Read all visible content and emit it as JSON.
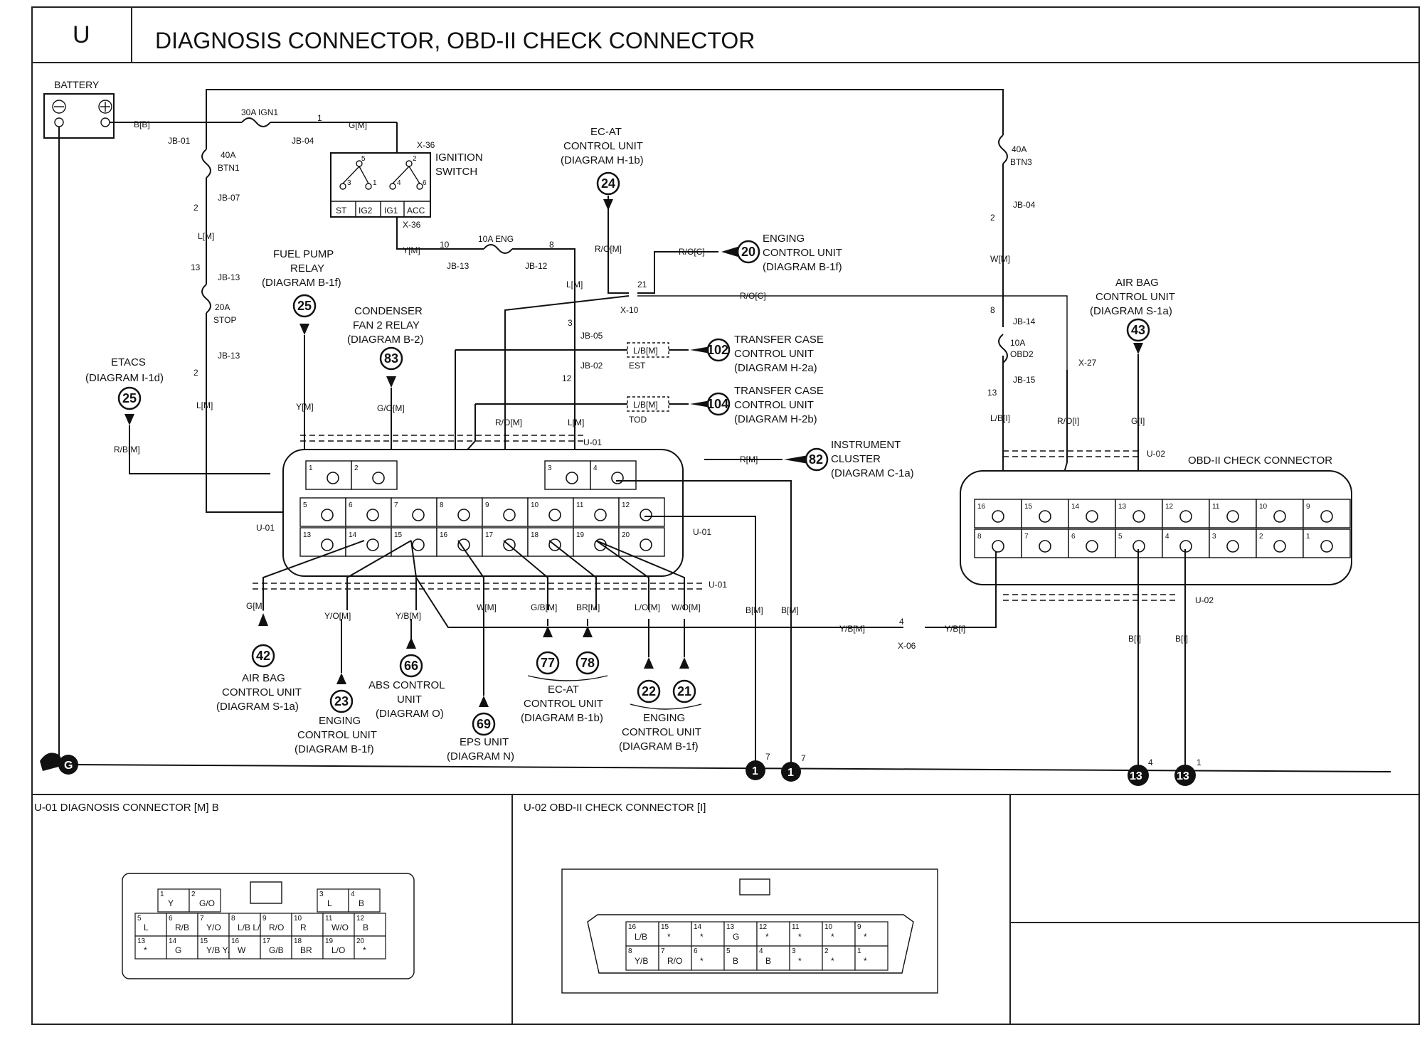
{
  "header": {
    "section_letter": "U",
    "title": "DIAGNOSIS CONNECTOR, OBD-II CHECK CONNECTOR"
  },
  "power": {
    "battery": "BATTERY",
    "b_wire": "B[B]",
    "jb01": "JB-01",
    "fuse_ign": "30A IGN1",
    "jb04a": "JB-04",
    "pin1": "1",
    "g_wire": "G[M]",
    "fuse_btn1_a": "40A",
    "fuse_btn1_b": "BTN1",
    "jb07": "JB-07",
    "pin2a": "2",
    "l_wire1": "L[M]",
    "pin13": "13",
    "jb13a": "JB-13",
    "fuse_stop_a": "20A",
    "fuse_stop_b": "STOP",
    "jb13b": "JB-13",
    "pin2b": "2",
    "l_wire2": "L[M]",
    "fuse_btn3_a": "40A",
    "fuse_btn3_b": "BTN3",
    "jb04b": "JB-04",
    "pin2c": "2",
    "w_wire": "W[M]",
    "pin8": "8",
    "jb14": "JB-14",
    "fuse_obd_a": "10A",
    "fuse_obd_b": "OBD2",
    "jb15": "JB-15",
    "pin13b": "13",
    "lb_wire": "L/B[I]"
  },
  "ignition": {
    "label1": "IGNITION",
    "label2": "SWITCH",
    "x36a": "X-36",
    "x36b": "X-36",
    "terms": [
      "ST",
      "IG2",
      "IG1",
      "ACC"
    ],
    "pins": [
      "5",
      "3",
      "1",
      "2",
      "4",
      "6"
    ],
    "y_wire": "Y[M]",
    "pin10": "10",
    "jb13": "JB-13",
    "fuse_eng": "10A ENG",
    "pin8": "8",
    "jb12": "JB-12",
    "l_wire": "L[M]"
  },
  "modules": {
    "ecat_top": [
      "EC-AT",
      "CONTROL UNIT",
      "(DIAGRAM  H-1b)"
    ],
    "ecat_top_num": "24",
    "ro_wire1": "R/O[M]",
    "eng20": [
      "ENGING",
      "CONTROL UNIT",
      "(DIAGRAM B-1f)"
    ],
    "eng20_num": "20",
    "roc_wire": "R/O[C]",
    "x10": "X-10",
    "pin21": "21",
    "roc_wire2": "R/O[C]",
    "fuel": [
      "FUEL PUMP",
      "RELAY",
      "(DIAGRAM B-1f)"
    ],
    "fuel_num": "25",
    "y_wire": "Y[M]",
    "cond": [
      "CONDENSER",
      "FAN 2 RELAY",
      "(DIAGRAM B-2)"
    ],
    "cond_num": "83",
    "go_wire": "G/O[M]",
    "etacs": [
      "ETACS",
      "(DIAGRAM I-1d)"
    ],
    "etacs_num": "25",
    "rb_wire": "R/B[M]",
    "tcase1": [
      "TRANSFER CASE",
      "CONTROL UNIT",
      "(DIAGRAM H-2a)"
    ],
    "tcase1_num": "102",
    "lb1": "L/B[M]",
    "est": "EST",
    "tcase2": [
      "TRANSFER CASE",
      "CONTROL UNIT",
      "(DIAGRAM H-2b)"
    ],
    "tcase2_num": "104",
    "lb2": "L/B[M]",
    "tod": "TOD",
    "jb05": "JB-05",
    "jb02": "JB-02",
    "pin3": "3",
    "pin12": "12",
    "ro_wire2": "R/O[M]",
    "l_wire3": "L[M]",
    "u01a": "U-01",
    "cluster": [
      "INSTRUMENT",
      "CLUSTER",
      "(DIAGRAM C-1a)"
    ],
    "cluster_num": "82",
    "r_wire": "R[M]",
    "airbag_top": [
      "AIR BAG",
      "CONTROL UNIT",
      "(DIAGRAM S-1a)"
    ],
    "airbag_top_num": "43",
    "g_wire_i": "G[I]",
    "x27": "X-27",
    "ro_i": "R/O[I]",
    "u02a": "U-02",
    "obd_title": "OBD-II CHECK CONNECTOR"
  },
  "bottom": {
    "u01_left": "U-01",
    "u01_right": "U-01",
    "u01_b": "U-01",
    "gm": "G[M]",
    "yom": "Y/O[M]",
    "ybm": "Y/B[M]",
    "wm": "W[M]",
    "gbm": "G/B[M]",
    "brm": "BR[M]",
    "lom": "L/O[M]",
    "wom": "W/O[M]",
    "bm1": "B[M]",
    "bm2": "B[M]",
    "ybm2": "Y/B[M]",
    "x06": "X-06",
    "pin4": "4",
    "ybi": "Y/B[I]",
    "u02b": "U-02",
    "bi1": "B[I]",
    "bi2": "B[I]",
    "airbag42": [
      "AIR BAG",
      "CONTROL UNIT",
      "(DIAGRAM S-1a)"
    ],
    "n42": "42",
    "eng23": [
      "ENGING",
      "CONTROL UNIT",
      "(DIAGRAM B-1f)"
    ],
    "n23": "23",
    "abs66": [
      "ABS CONTROL",
      "UNIT",
      "(DIAGRAM O)"
    ],
    "n66": "66",
    "eps69": [
      "EPS UNIT",
      "(DIAGRAM N)"
    ],
    "n69": "69",
    "ecat77": [
      "EC-AT",
      "CONTROL UNIT",
      "(DIAGRAM B-1b)"
    ],
    "n77": "77",
    "n78": "78",
    "eng22": [
      "ENGING",
      "CONTROL UNIT",
      "(DIAGRAM B-1f)"
    ],
    "n22": "22",
    "n21": "21",
    "ground": "G",
    "g1": "1",
    "g2": "1",
    "g13a": "13",
    "g13b": "13",
    "gp7a": "7",
    "gp7b": "7",
    "gp4": "4",
    "gp1": "1"
  },
  "diag_connector": {
    "pins": [
      "1",
      "2",
      "3",
      "4",
      "5",
      "6",
      "7",
      "8",
      "9",
      "10",
      "11",
      "12",
      "13",
      "14",
      "15",
      "16",
      "17",
      "18",
      "19",
      "20"
    ]
  },
  "obd_connector": {
    "top": [
      "16",
      "15",
      "14",
      "13",
      "12",
      "11",
      "10",
      "9"
    ],
    "bottom": [
      "8",
      "7",
      "6",
      "5",
      "4",
      "3",
      "2",
      "1"
    ]
  },
  "views": {
    "u01_title": "U-01 DIAGNOSIS CONNECTOR [M] B",
    "u02_title": "U-02 OBD-II CHECK CONNECTOR [I]",
    "u01_top": [
      {
        "n": "1",
        "c": "Y"
      },
      {
        "n": "2",
        "c": "G/O"
      },
      {
        "n": "3",
        "c": "L"
      },
      {
        "n": "4",
        "c": "B"
      }
    ],
    "u01_mid": [
      {
        "n": "5",
        "c": "L"
      },
      {
        "n": "6",
        "c": "R/B"
      },
      {
        "n": "7",
        "c": "Y/O"
      },
      {
        "n": "8",
        "c": "L/B L/B"
      },
      {
        "n": "9",
        "c": "R/O"
      },
      {
        "n": "10",
        "c": "R"
      },
      {
        "n": "11",
        "c": "W/O"
      },
      {
        "n": "12",
        "c": "B"
      }
    ],
    "u01_bot": [
      {
        "n": "13",
        "c": "*"
      },
      {
        "n": "14",
        "c": "G"
      },
      {
        "n": "15",
        "c": "Y/B Y/B"
      },
      {
        "n": "16",
        "c": "W"
      },
      {
        "n": "17",
        "c": "G/B"
      },
      {
        "n": "18",
        "c": "BR"
      },
      {
        "n": "19",
        "c": "L/O"
      },
      {
        "n": "20",
        "c": "*"
      }
    ],
    "u02_top": [
      {
        "n": "16",
        "c": "L/B"
      },
      {
        "n": "15",
        "c": "*"
      },
      {
        "n": "14",
        "c": "*"
      },
      {
        "n": "13",
        "c": "G"
      },
      {
        "n": "12",
        "c": "*"
      },
      {
        "n": "11",
        "c": "*"
      },
      {
        "n": "10",
        "c": "*"
      },
      {
        "n": "9",
        "c": "*"
      }
    ],
    "u02_bot": [
      {
        "n": "8",
        "c": "Y/B"
      },
      {
        "n": "7",
        "c": "R/O"
      },
      {
        "n": "6",
        "c": "*"
      },
      {
        "n": "5",
        "c": "B"
      },
      {
        "n": "4",
        "c": "B"
      },
      {
        "n": "3",
        "c": "*"
      },
      {
        "n": "2",
        "c": "*"
      },
      {
        "n": "1",
        "c": "*"
      }
    ]
  }
}
